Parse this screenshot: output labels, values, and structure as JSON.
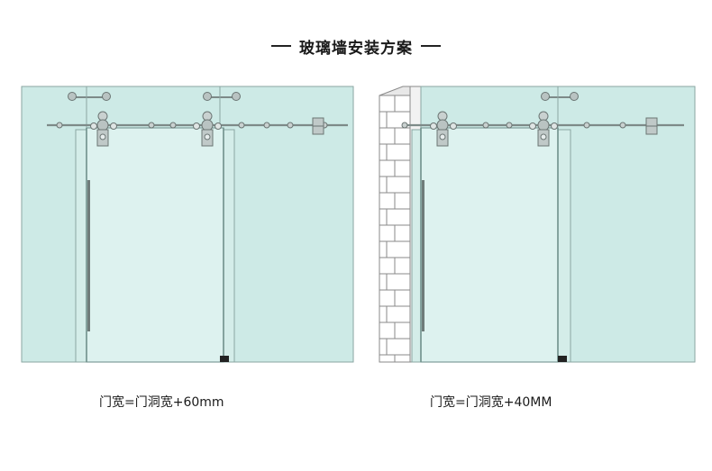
{
  "title": "玻璃墙安装方案",
  "diagrams": [
    {
      "id": "left",
      "caption": "门宽=门洞宽+60mm",
      "wall": "glass"
    },
    {
      "id": "right",
      "caption": "门宽=门洞宽+40MM",
      "wall": "brick"
    }
  ],
  "colors": {
    "glass": "#cdeae6",
    "glass_light": "#ddf2ef",
    "frame": "#8aa6a2",
    "rail": "#7d8a88",
    "hardware": "#b9c3c2",
    "brick": "#ffffff",
    "brick_line": "#8a8a8a",
    "floor_stop": "#222222"
  }
}
